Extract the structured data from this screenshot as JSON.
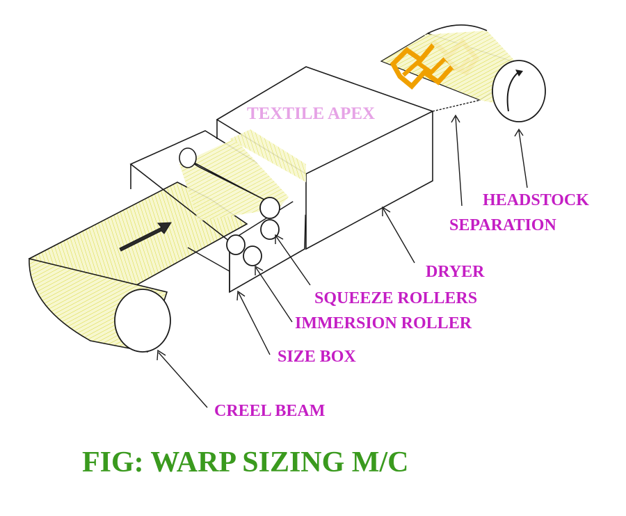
{
  "watermark": "TEXTILE APEX",
  "labels": {
    "headstock": "HEADSTOCK",
    "separation": "SEPARATION",
    "dryer": "DRYER",
    "squeeze_rollers": "SQUEEZE ROLLERS",
    "immersion_roller": "IMMERSION ROLLER",
    "size_box": "SIZE BOX",
    "creel_beam": "CREEL BEAM"
  },
  "caption": "FIG: WARP SIZING M/C",
  "colors": {
    "label": "#c41ec4",
    "caption": "#3a9a1e",
    "watermark": "#e6a3e6",
    "yarn": "#dede3a",
    "yarn_fill": "#f6f6c8",
    "cloth": "#f0a000",
    "outline": "#1a1a1a"
  }
}
